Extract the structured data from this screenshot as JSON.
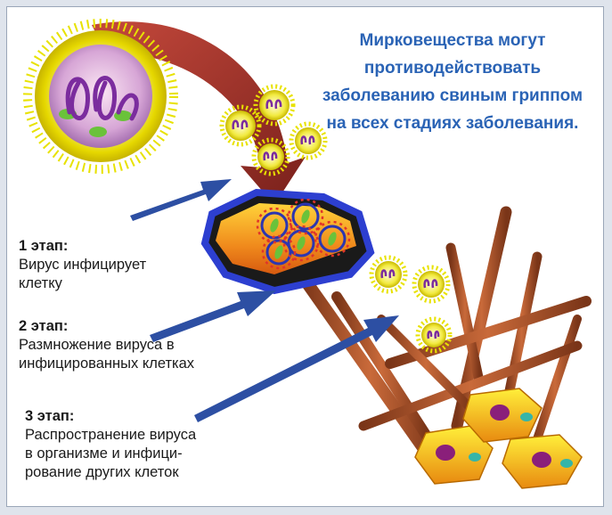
{
  "headline": "Мирковещества могут противодействовать заболеванию свиным гриппом на всех стадиях заболевания.",
  "stages": [
    {
      "title": "1 этап:",
      "text": "Вирус инфицирует\nклетку"
    },
    {
      "title": "2 этап:",
      "text": "Размножение вируса в\nинфицированных клетках"
    },
    {
      "title": "3 этап:",
      "text": "Распространение вируса\nв организме и инфици-\nрование других клеток"
    }
  ],
  "colors": {
    "headline": "#2a63b5",
    "arrow": "#2d4fa3",
    "curved_arrow": "#8e1a12",
    "virus_spikes": "#e8e200",
    "fiber": "#a0522d"
  }
}
